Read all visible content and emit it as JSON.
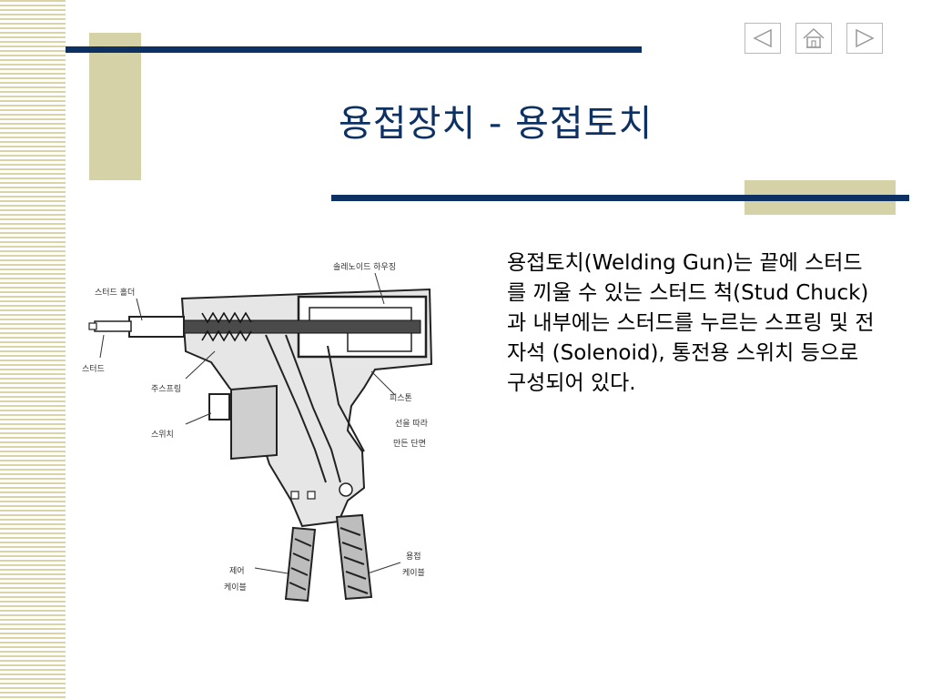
{
  "slide": {
    "title": "용접장치 - 용접토치",
    "body": "용접토치(Welding Gun)는 끝에 스터드를 끼울 수 있는 스터드 척(Stud Chuck)과 내부에는 스터드를 누르는 스프링 및 전자석 (Solenoid), 통전용 스위치 등으로 구성되어 있다."
  },
  "navigation": {
    "buttons": [
      {
        "icon": "triangle-left-icon"
      },
      {
        "icon": "home-icon"
      },
      {
        "icon": "triangle-right-icon"
      }
    ]
  },
  "figure": {
    "labels": {
      "stud_holder": "스터드 홀더",
      "stud": "스터드",
      "main_spring": "주스프링",
      "switch": "스위치",
      "solenoid_coil": "솔레노이드 하우징",
      "piston": "피스톤",
      "section_note_1": "선을 따라",
      "section_note_2": "만든 단면",
      "control_cable_1": "제어",
      "control_cable_2": "케이블",
      "weld_cable_1": "용접",
      "weld_cable_2": "케이블"
    }
  },
  "colors": {
    "navy": "#0e3163",
    "tan": "#d6d2a8",
    "stripe": "#d9d3a6"
  }
}
